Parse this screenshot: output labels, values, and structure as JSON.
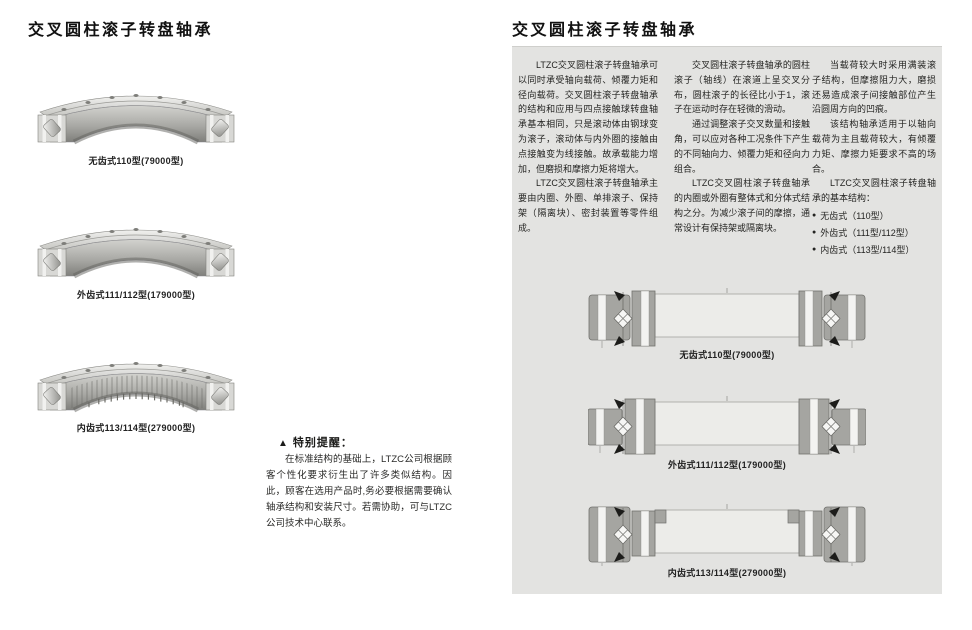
{
  "left_page": {
    "title": "交叉圆柱滚子转盘轴承",
    "photos": [
      {
        "caption": "无齿式110型(79000型)"
      },
      {
        "caption": "外齿式111/112型(179000型)"
      },
      {
        "caption": "内齿式113/114型(279000型)"
      }
    ],
    "notice": {
      "icon_glyph": "▲",
      "title": "特别提醒：",
      "body": "在标准结构的基础上，LTZC公司根据顾客个性化要求衍生出了许多类似结构。因此，顾客在选用产品时,务必要根据需要确认轴承结构和安装尺寸。若需协助，可与LTZC公司技术中心联系。"
    }
  },
  "right_page": {
    "title": "交叉圆柱滚子转盘轴承",
    "columns": [
      {
        "paragraphs": [
          "LTZC交叉圆柱滚子转盘轴承可以同时承受轴向载荷、倾覆力矩和径向载荷。交叉圆柱滚子转盘轴承的结构和应用与四点接触球转盘轴承基本相同，只是滚动体由钢球变为滚子，滚动体与内外圈的接触由点接触变为线接触。故承载能力增加，但磨损和摩擦力矩将增大。",
          "LTZC交叉圆柱滚子转盘轴承主要由内圈、外圈、单排滚子、保持架（隔离块）、密封装置等零件组成。"
        ]
      },
      {
        "paragraphs": [
          "交叉圆柱滚子转盘轴承的圆柱滚子（轴线）在滚道上呈交叉分布，圆柱滚子的长径比小于1，滚子在运动时存在轻微的滑动。",
          "通过调整滚子交叉数量和接触角，可以应对各种工况条件下产生的不同轴向力、倾覆力矩和径向力组合。",
          "LTZC交叉圆柱滚子转盘轴承的内圈或外圈有整体式和分体式结构之分。为减少滚子间的摩擦，通常设计有保持架或隔离块。"
        ]
      },
      {
        "paragraphs": [
          "当载荷较大时采用满装滚子结构，但摩擦阻力大，磨损还易造成滚子间接触部位产生沿圆周方向的凹痕。",
          "该结构轴承适用于以轴向载荷为主且载荷较大，有倾覆力矩、摩擦力矩要求不高的场合。",
          "LTZC交叉圆柱滚子转盘轴承的基本结构："
        ],
        "bullets": [
          "无齿式（110型）",
          "外齿式（111型/112型）",
          "内齿式（113型/114型）"
        ]
      }
    ],
    "diagrams": [
      {
        "caption": "无齿式110型(79000型)"
      },
      {
        "caption": "外齿式111/112型(179000型)"
      },
      {
        "caption": "内齿式113/114型(279000型)"
      }
    ],
    "icons": {
      "bullet": "●"
    }
  },
  "colors": {
    "panel_bg": "#e3e3e1",
    "diagram_block": "#a5a5a1",
    "text": "#1c1c1a"
  }
}
